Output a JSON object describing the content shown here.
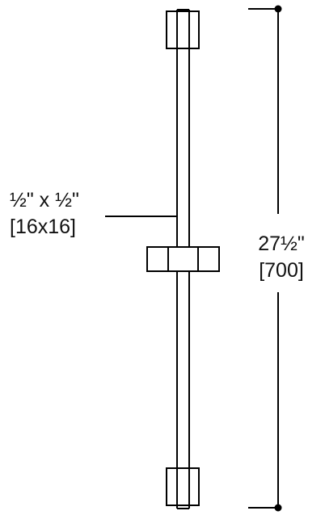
{
  "labels": {
    "profile_size_imperial": "½\" x ½\"",
    "profile_size_metric": "[16x16]",
    "length_imperial": "27½\"",
    "length_metric": "[700]"
  },
  "colors": {
    "line": "#000000",
    "text": "#111111",
    "background": "#ffffff"
  }
}
